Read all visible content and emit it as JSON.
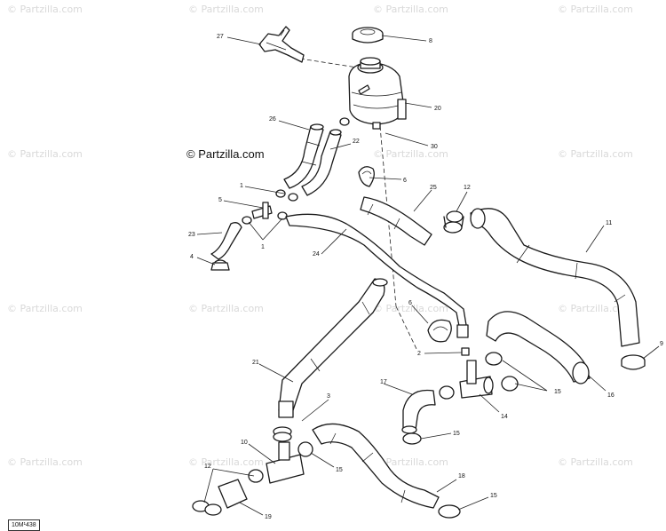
{
  "brand": "© Partzilla.com",
  "watermark": "© Partzilla.com",
  "reference_code": "10M¹438",
  "callouts": {
    "c27": "27",
    "c8": "8",
    "c20": "20",
    "c26": "26",
    "c22": "22",
    "c30": "30",
    "c6a": "6",
    "c1a": "1",
    "c5": "5",
    "c25": "25",
    "c12a": "12",
    "c11": "11",
    "c23": "23",
    "c1b": "1",
    "c24": "24",
    "c4": "4",
    "c6b": "6",
    "c2": "2",
    "c9": "9",
    "c21": "21",
    "c15a": "15",
    "c16": "16",
    "c17": "17",
    "c3": "3",
    "c14": "14",
    "c15b": "15",
    "c10": "10",
    "c15c": "15",
    "c12b": "12",
    "c18": "18",
    "c15d": "15",
    "c19": "19"
  }
}
